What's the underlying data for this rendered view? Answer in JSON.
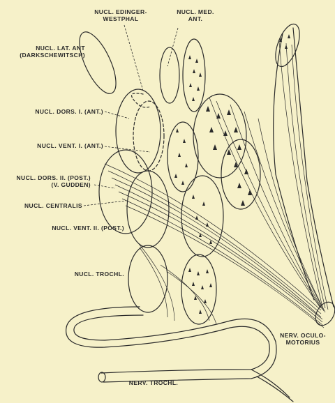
{
  "labels": {
    "edinger_westphal": [
      "NUCL. EDINGER-",
      "WESTPHAL"
    ],
    "med_ant": [
      "NUCL. MED.",
      "ANT."
    ],
    "lat_ant": [
      "NUCL. LAT. ANT",
      "(DARKSCHEWITSCH)"
    ],
    "dors_1": "NUCL. DORS. I. (ANT.)",
    "vent_1": "NUCL. VENT. I. (ANT.)",
    "dors_2": [
      "NUCL. DORS. II. (POST.)",
      "(V. GUDDEN)"
    ],
    "centralis": "NUCL. CENTRALIS",
    "vent_2": "NUCL. VENT. II. (POST.)",
    "trochl_nucleus": "NUCL. TROCHL.",
    "oculomotor_nerve": [
      "NERV. OCULO-",
      "MOTORIUS"
    ],
    "trochlear_nerve": "NERV. TROCHL."
  },
  "colors": {
    "background": "#f6f1c9",
    "ink": "#2a2a2a"
  }
}
